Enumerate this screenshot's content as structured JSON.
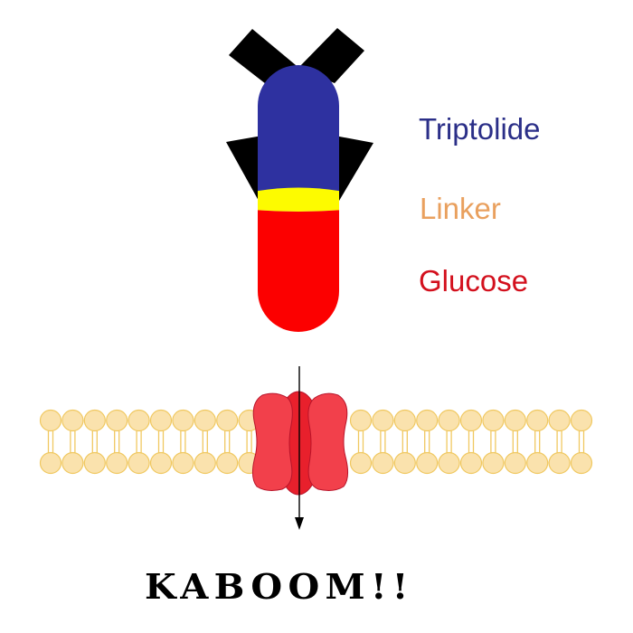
{
  "diagram": {
    "molecule": {
      "segments": [
        {
          "name": "Triptolide",
          "color": "#2e31a0"
        },
        {
          "name": "Linker",
          "color": "#fdfb00"
        },
        {
          "name": "Glucose",
          "color": "#fc0000"
        }
      ],
      "fin_color": "#000000"
    },
    "legend": {
      "items": [
        {
          "label": "Triptolide",
          "color": "#2b2f88"
        },
        {
          "label": "Linker",
          "color": "#e9a05e"
        },
        {
          "label": "Glucose",
          "color": "#d3101d"
        }
      ]
    },
    "membrane": {
      "head_color": "#fae2ad",
      "head_stroke": "#f0c860",
      "left_heads": 10,
      "right_heads": 11
    },
    "transporter": {
      "lobe_color": "#f2404b",
      "core_color": "#e8202c",
      "outline_color": "#b8142a"
    },
    "arrow": {
      "direction": "down",
      "color": "#000000"
    },
    "caption": "KABOOM!!"
  }
}
